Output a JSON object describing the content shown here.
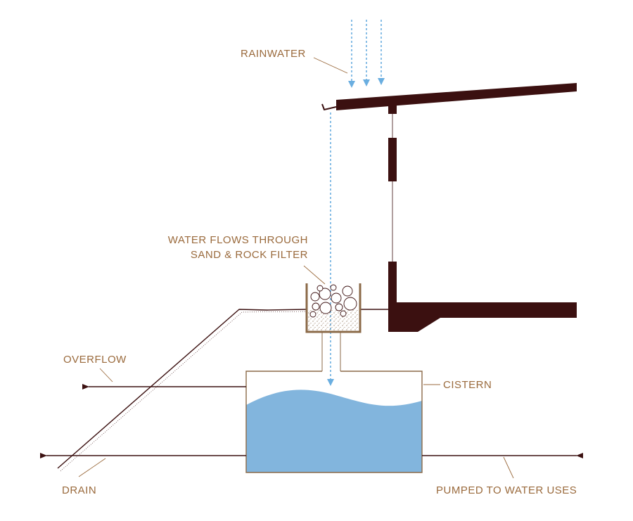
{
  "labels": {
    "rainwater": "RAINWATER",
    "filter_line1": "WATER FLOWS THROUGH",
    "filter_line2": "SAND & ROCK FILTER",
    "overflow": "OVERFLOW",
    "cistern": "CISTERN",
    "drain": "DRAIN",
    "pumped": "PUMPED TO WATER USES"
  },
  "colors": {
    "structure": "#3b1010",
    "water": "#82b5dd",
    "rain": "#6aaee0",
    "label_text": "#9a6a3c",
    "tank_outline": "#8b6a48"
  }
}
